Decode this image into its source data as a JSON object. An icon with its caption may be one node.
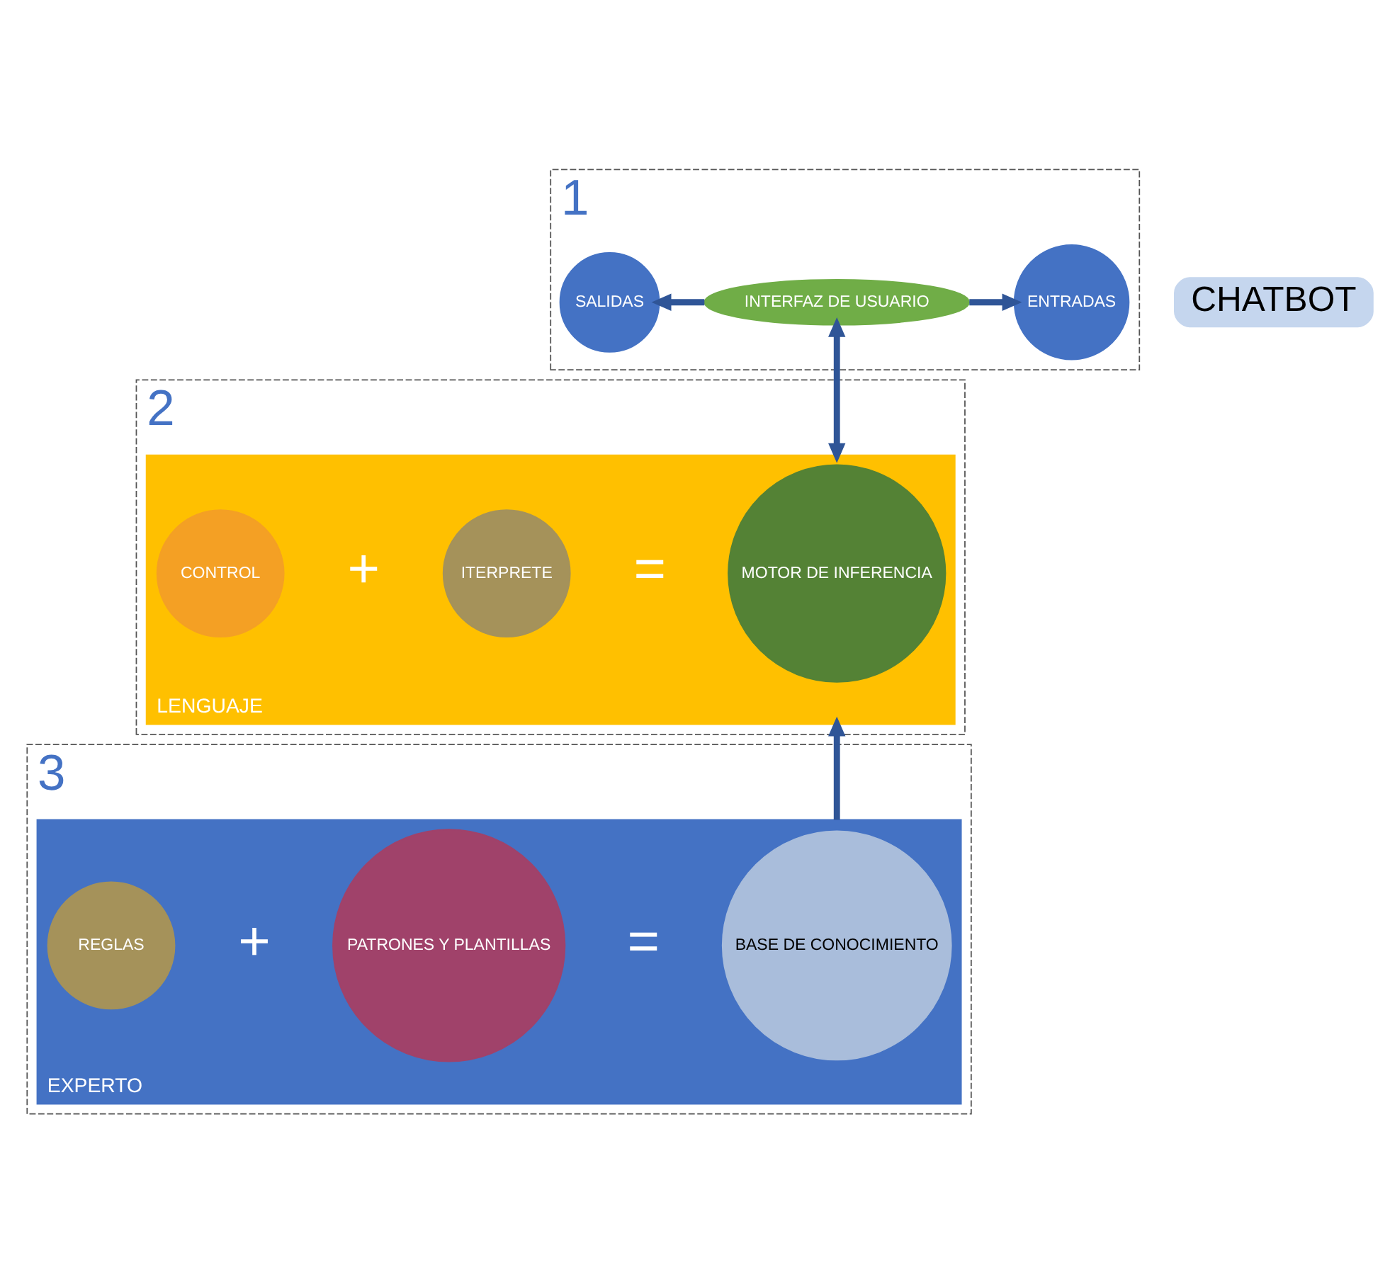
{
  "diagram": {
    "nodes": [
      {
        "text": [
          "1"
        ]
      },
      {
        "text": [
          "ENTRADAS"
        ],
        "in": 0
      },
      {
        "text": [
          "INTERFAZ DE USUARIO"
        ],
        "in": 0
      },
      {
        "text": [
          "SALIDAS"
        ],
        "in": 0
      },
      {
        "text": [
          "CHATBOT"
        ]
      },
      {
        "text": [
          "2"
        ]
      },
      {
        "text": [
          "LENGUAJE"
        ],
        "in": 5
      },
      {
        "text": [
          "MOTOR DE INFERENCIA"
        ],
        "in": 6
      },
      {
        "text": [
          "ITERPRETE"
        ],
        "in": 6
      },
      {
        "text": [
          "CONTROL"
        ],
        "in": 6
      },
      {
        "text": [
          "3"
        ]
      },
      {
        "text": [
          "EXPERTO"
        ],
        "in": 10
      },
      {
        "text": [
          "BASE DE CONOCIMIENTO"
        ],
        "in": 11
      },
      {
        "text": [
          "PATRONES Y PLANTILLAS"
        ],
        "in": 11
      },
      {
        "text": [
          "REGLAS"
        ],
        "in": 11
      }
    ],
    "edges": [
      {
        "from": 2,
        "to": 1,
        "arrow": "to"
      },
      {
        "from": 2,
        "to": 3,
        "arrow": "to"
      },
      {
        "from": 2,
        "to": 6,
        "arrow": "both"
      },
      {
        "from": 11,
        "to": 6,
        "arrow": "to"
      }
    ],
    "labels": [
      "=",
      "+",
      "=",
      "+"
    ]
  }
}
